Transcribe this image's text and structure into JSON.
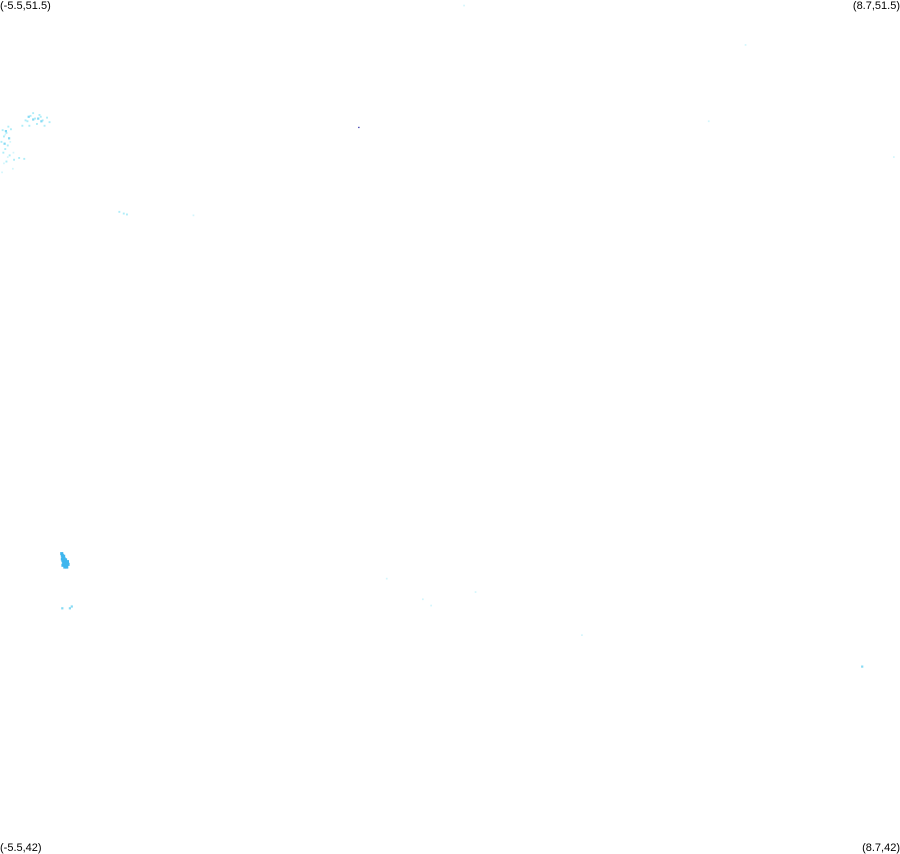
{
  "corners": {
    "top_left": "(-5.5,51.5)",
    "top_right": "(8.7,51.5)",
    "bottom_left": "(-5.5,42)",
    "bottom_right": "(8.7,42)"
  },
  "bounds": {
    "lon_min": -5.5,
    "lon_max": 8.7,
    "lat_min": 42,
    "lat_max": 51.5
  },
  "colors": {
    "background": "#ffffff",
    "faint": "#c8f4fb",
    "light": "#a6ebf7",
    "medium": "#7fd8f3",
    "strong": "#3fb6ee",
    "dark_point": "#2b2ba8"
  },
  "chart_data": {
    "type": "scatter",
    "title": "",
    "xlabel": "",
    "ylabel": "",
    "xlim": [
      -5.5,
      8.7
    ],
    "ylim": [
      42,
      51.5
    ],
    "grid": false,
    "series": [
      {
        "level": "faint",
        "points": [
          [
            -5.42,
            50.0
          ],
          [
            -5.34,
            49.92
          ],
          [
            -5.38,
            49.75
          ],
          [
            -5.29,
            49.8
          ],
          [
            -5.44,
            49.68
          ],
          [
            -5.3,
            49.62
          ],
          [
            -5.47,
            49.58
          ],
          [
            1.82,
            51.44
          ],
          [
            6.26,
            51.0
          ],
          [
            8.6,
            49.75
          ],
          [
            -2.45,
            49.1
          ],
          [
            2.0,
            44.9
          ],
          [
            1.3,
            44.75
          ],
          [
            1.17,
            44.82
          ],
          [
            0.6,
            45.05
          ],
          [
            5.68,
            50.15
          ],
          [
            3.68,
            44.42
          ]
        ]
      },
      {
        "level": "light",
        "points": [
          [
            -5.46,
            50.05
          ],
          [
            -5.4,
            50.02
          ],
          [
            -5.37,
            50.09
          ],
          [
            -5.44,
            49.98
          ],
          [
            -5.33,
            50.06
          ],
          [
            -5.48,
            49.92
          ],
          [
            -5.38,
            49.88
          ],
          [
            -5.42,
            49.84
          ],
          [
            -5.35,
            49.77
          ],
          [
            -5.45,
            49.8
          ],
          [
            -5.28,
            49.72
          ],
          [
            -5.4,
            49.7
          ],
          [
            -5.2,
            49.74
          ],
          [
            -5.12,
            49.73
          ],
          [
            -5.07,
            50.15
          ],
          [
            -5.02,
            50.21
          ],
          [
            -4.95,
            50.18
          ],
          [
            -4.88,
            50.22
          ],
          [
            -4.83,
            50.16
          ],
          [
            -4.76,
            50.19
          ],
          [
            -5.04,
            50.1
          ],
          [
            -4.92,
            50.12
          ],
          [
            -4.8,
            50.1
          ],
          [
            -5.1,
            50.16
          ],
          [
            -4.98,
            50.24
          ],
          [
            -4.72,
            50.14
          ],
          [
            -5.15,
            50.1
          ],
          [
            -4.86,
            50.2
          ],
          [
            -3.62,
            49.14
          ],
          [
            -3.55,
            49.12
          ],
          [
            -3.5,
            49.11
          ]
        ]
      },
      {
        "level": "medium",
        "points": [
          [
            -5.41,
            50.04
          ],
          [
            -5.36,
            49.96
          ],
          [
            -5.43,
            49.9
          ],
          [
            -4.98,
            50.17
          ],
          [
            -4.85,
            50.15
          ],
          [
            -5.05,
            50.2
          ],
          [
            -4.9,
            50.18
          ],
          [
            -4.52,
            44.72
          ],
          [
            -4.4,
            44.72
          ],
          [
            -4.37,
            44.74
          ],
          [
            8.1,
            44.07
          ]
        ]
      },
      {
        "level": "strong",
        "points": [
          [
            -4.53,
            45.33
          ],
          [
            -4.52,
            45.31
          ],
          [
            -4.51,
            45.29
          ],
          [
            -4.52,
            45.27
          ],
          [
            -4.51,
            45.25
          ],
          [
            -4.5,
            45.23
          ],
          [
            -4.49,
            45.21
          ],
          [
            -4.51,
            45.2
          ],
          [
            -4.48,
            45.24
          ],
          [
            -4.47,
            45.22
          ],
          [
            -4.46,
            45.2
          ],
          [
            -4.45,
            45.22
          ],
          [
            -4.44,
            45.24
          ],
          [
            -4.43,
            45.21
          ],
          [
            -4.45,
            45.18
          ],
          [
            -4.48,
            45.18
          ],
          [
            -4.5,
            45.3
          ],
          [
            -4.49,
            45.27
          ],
          [
            -4.47,
            45.26
          ]
        ]
      },
      {
        "level": "dark_point",
        "points": [
          [
            0.16,
            50.08
          ]
        ]
      }
    ]
  }
}
